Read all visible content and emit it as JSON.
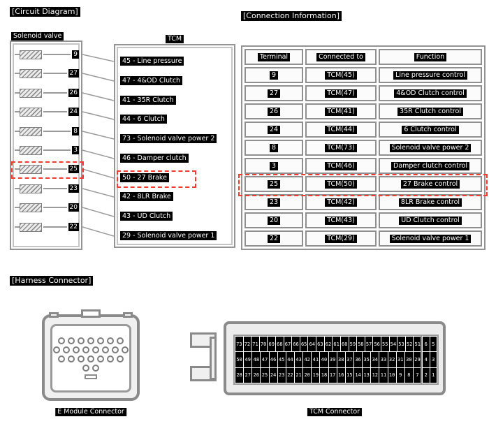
{
  "circuit": {
    "title": "[Circuit Diagram]",
    "solenoid_title": "Solenoid valve",
    "tcm_title": "TCM",
    "highlight_color": "#f23b2e",
    "connections": [
      {
        "terminal": "9",
        "tcm_pin": "45 - Line pressure",
        "highlighted": false
      },
      {
        "terminal": "27",
        "tcm_pin": "47 - 4&OD Clutch",
        "highlighted": false
      },
      {
        "terminal": "26",
        "tcm_pin": "41 - 35R Clutch",
        "highlighted": false
      },
      {
        "terminal": "24",
        "tcm_pin": "44 - 6 Clutch",
        "highlighted": false
      },
      {
        "terminal": "8",
        "tcm_pin": "73 - Solenoid valve power 2",
        "highlighted": false
      },
      {
        "terminal": "3",
        "tcm_pin": "46 - Damper clutch",
        "highlighted": false
      },
      {
        "terminal": "25",
        "tcm_pin": "50 - 27 Brake",
        "highlighted": true
      },
      {
        "terminal": "23",
        "tcm_pin": "42 - 8LR Brake",
        "highlighted": false
      },
      {
        "terminal": "20",
        "tcm_pin": "43 - UD Clutch",
        "highlighted": false
      },
      {
        "terminal": "22",
        "tcm_pin": "29 - Solenoid valve power 1",
        "highlighted": false
      }
    ]
  },
  "connection_info": {
    "title": "[Connection Information]",
    "headers": [
      "Terminal",
      "Connected to",
      "Function"
    ],
    "rows": [
      [
        "9",
        "TCM(45)",
        "Line pressure control"
      ],
      [
        "27",
        "TCM(47)",
        "4&OD Clutch control"
      ],
      [
        "26",
        "TCM(41)",
        "35R Clutch control"
      ],
      [
        "24",
        "TCM(44)",
        "6 Clutch control"
      ],
      [
        "8",
        "TCM(73)",
        "Solenoid valve power 2"
      ],
      [
        "3",
        "TCM(46)",
        "Damper clutch control"
      ],
      [
        "25",
        "TCM(50)",
        "27 Brake control"
      ],
      [
        "23",
        "TCM(42)",
        "8LR Brake control"
      ],
      [
        "20",
        "TCM(43)",
        "UD Clutch control"
      ],
      [
        "22",
        "TCM(29)",
        "Solenoid valve power 1"
      ]
    ],
    "highlighted_row": 6
  },
  "harness": {
    "title": "[Harness Connector]",
    "e_module": {
      "label": "E Module Connector",
      "pin_rows": [
        7,
        8,
        7,
        2
      ]
    },
    "tcm_connector": {
      "label": "TCM Connector",
      "pin_rows": [
        [
          "73",
          "72",
          "71",
          "70",
          "69",
          "68",
          "67",
          "66",
          "65",
          "64",
          "63",
          "62",
          "61",
          "60",
          "59",
          "58",
          "57",
          "56",
          "55",
          "54",
          "53",
          "52",
          "51"
        ],
        [
          "50",
          "49",
          "48",
          "47",
          "46",
          "45",
          "44",
          "43",
          "42",
          "41",
          "40",
          "39",
          "38",
          "37",
          "36",
          "35",
          "34",
          "33",
          "32",
          "31",
          "30",
          "29"
        ],
        [
          "28",
          "27",
          "26",
          "25",
          "24",
          "23",
          "22",
          "21",
          "20",
          "19",
          "18",
          "17",
          "16",
          "15",
          "14",
          "13",
          "12",
          "11",
          "10",
          "9",
          "8",
          "7"
        ]
      ],
      "side_pins": [
        [
          "6",
          "5"
        ],
        [
          "4",
          "3"
        ],
        [
          "2",
          "1"
        ]
      ]
    }
  }
}
